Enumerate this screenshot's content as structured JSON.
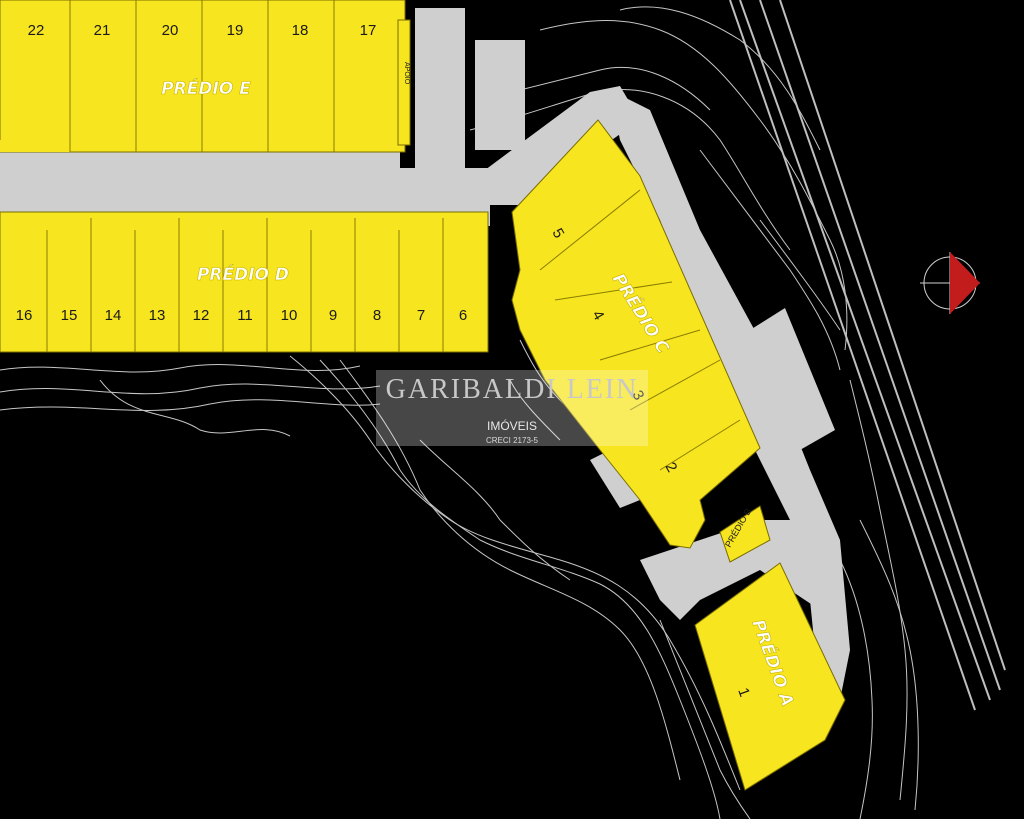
{
  "plan": {
    "colors": {
      "background": "#000000",
      "building": "#f7e51f",
      "outline": "#7a6d00",
      "road": "#cfcfcf",
      "contour": "#e9e9e9",
      "compass": "#c21c1c"
    },
    "buildings": {
      "E": {
        "title": "PRÉDIO E",
        "annex": "APOIO",
        "units": [
          "22",
          "21",
          "20",
          "19",
          "18",
          "17"
        ]
      },
      "D": {
        "title": "PRÉDIO D",
        "units": [
          "16",
          "15",
          "14",
          "13",
          "12",
          "11",
          "10",
          "9",
          "8",
          "7",
          "6"
        ]
      },
      "C": {
        "title": "PRÉDIO C",
        "units": [
          "5",
          "4",
          "3",
          "2"
        ]
      },
      "B": {
        "title": "PRÉDIO B"
      },
      "A": {
        "title": "PRÉDIO A",
        "units": [
          "1"
        ]
      }
    },
    "compass_icon": "north-arrow-icon"
  },
  "watermark": {
    "name": "GARIBALDI LEIN",
    "subtitle": "IMÓVEIS",
    "creci": "CRECI 2173-5"
  }
}
